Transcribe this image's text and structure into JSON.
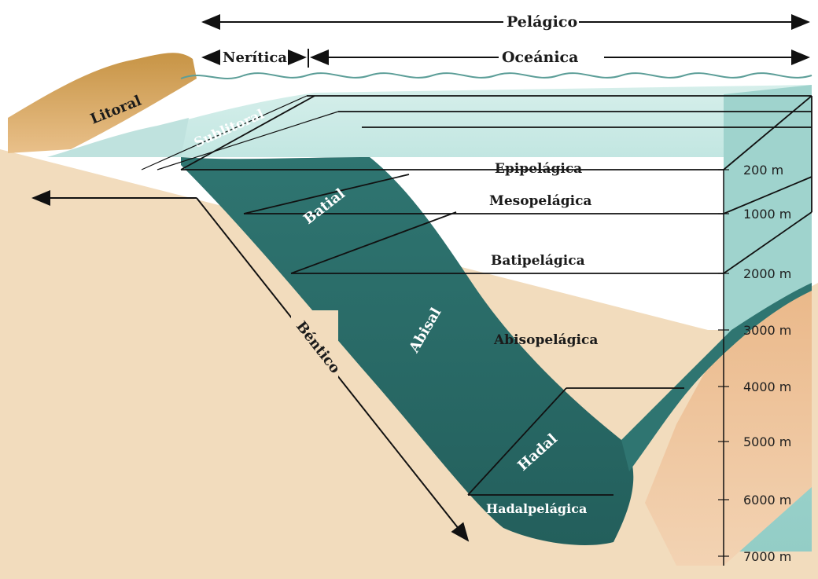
{
  "diagram": {
    "top_arrows": {
      "pelagico": "Pelágico",
      "neritica": "Nerítica",
      "oceanica": "Oceánica"
    },
    "benthic_zones": {
      "litoral": "Litoral",
      "sublitoral": "Sublitoral",
      "batial": "Batial",
      "abisal": "Abisal",
      "hadal": "Hadal",
      "bentico": "Béntico"
    },
    "pelagic_zones": {
      "epipelagica": "Epipelágica",
      "mesopelagica": "Mesopelágica",
      "batipelagica": "Batipelágica",
      "abisopelagica": "Abisopelágica",
      "hadalpelagica": "Hadalpelágica"
    },
    "depth_scale": [
      "200 m",
      "1000 m",
      "2000 m",
      "3000 m",
      "4000 m",
      "5000 m",
      "6000 m",
      "7000 m"
    ],
    "colors": {
      "land": "#f1d9b8",
      "land_shore": "#d6a95e",
      "shallow_water": "#c4e4e0",
      "open_water": "#a8d8d3",
      "deep_water": "#2a6e6b",
      "sediment_right": "#f1c49a"
    }
  }
}
